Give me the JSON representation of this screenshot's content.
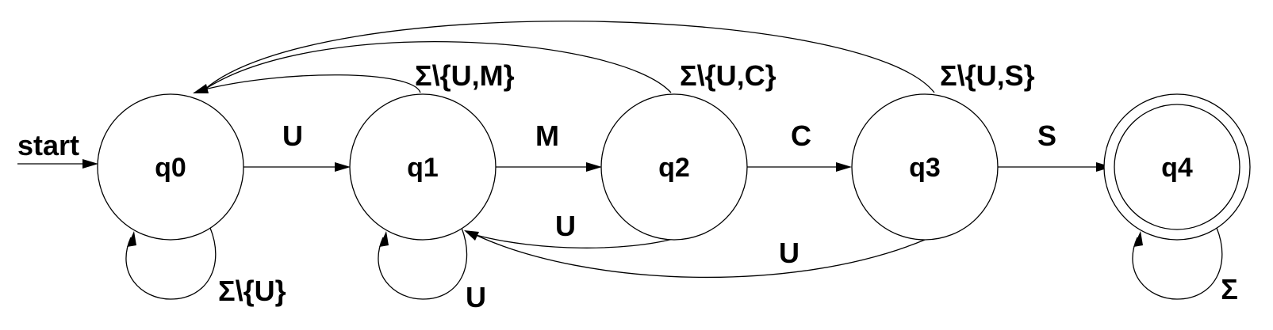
{
  "states": [
    {
      "id": "q0",
      "label": "q0",
      "accepting": false,
      "start": true
    },
    {
      "id": "q1",
      "label": "q1",
      "accepting": false,
      "start": false
    },
    {
      "id": "q2",
      "label": "q2",
      "accepting": false,
      "start": false
    },
    {
      "id": "q3",
      "label": "q3",
      "accepting": false,
      "start": false
    },
    {
      "id": "q4",
      "label": "q4",
      "accepting": true,
      "start": false
    }
  ],
  "start_label": "start",
  "transitions": [
    {
      "from": "q0",
      "to": "q1",
      "label": "U"
    },
    {
      "from": "q1",
      "to": "q2",
      "label": "M"
    },
    {
      "from": "q2",
      "to": "q3",
      "label": "C"
    },
    {
      "from": "q3",
      "to": "q4",
      "label": "S"
    },
    {
      "from": "q0",
      "to": "q0",
      "label": "Σ\\{U}"
    },
    {
      "from": "q1",
      "to": "q1",
      "label": "U"
    },
    {
      "from": "q4",
      "to": "q4",
      "label": "Σ"
    },
    {
      "from": "q1",
      "to": "q0",
      "label": "Σ\\{U,M}"
    },
    {
      "from": "q2",
      "to": "q0",
      "label": "Σ\\{U,C}"
    },
    {
      "from": "q3",
      "to": "q0",
      "label": "Σ\\{U,S}"
    },
    {
      "from": "q2",
      "to": "q1",
      "label": "U"
    },
    {
      "from": "q3",
      "to": "q1",
      "label": "U"
    }
  ]
}
